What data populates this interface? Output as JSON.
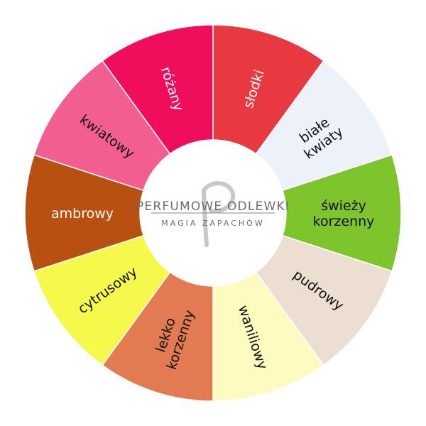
{
  "logo": {
    "title": "PERFUMOWE ODLEWKI",
    "subtitle": "MAGIA ZAPACHÓW"
  },
  "segments": [
    {
      "lines": [
        "słodki"
      ],
      "color": "#e83840",
      "text_color": "#ffffff"
    },
    {
      "lines": [
        "białe",
        "kwiaty"
      ],
      "color": "#edf1fa",
      "text_color": "#111111"
    },
    {
      "lines": [
        "świeży",
        "korzenny"
      ],
      "color": "#7ec42c",
      "text_color": "#111111"
    },
    {
      "lines": [
        "pudrowy"
      ],
      "color": "#ecdfd1",
      "text_color": "#111111"
    },
    {
      "lines": [
        "waniliowy"
      ],
      "color": "#fdfbc0",
      "text_color": "#111111"
    },
    {
      "lines": [
        "lekko",
        "korzenny"
      ],
      "color": "#e27a52",
      "text_color": "#111111"
    },
    {
      "lines": [
        "cytrusowy"
      ],
      "color": "#f4f94b",
      "text_color": "#111111"
    },
    {
      "lines": [
        "ambrowy"
      ],
      "color": "#b85012",
      "text_color": "#ffffff"
    },
    {
      "lines": [
        "kwiatowy"
      ],
      "color": "#f35e90",
      "text_color": "#111111"
    },
    {
      "lines": [
        "różany"
      ],
      "color": "#f00e5c",
      "text_color": "#ffffff"
    }
  ]
}
